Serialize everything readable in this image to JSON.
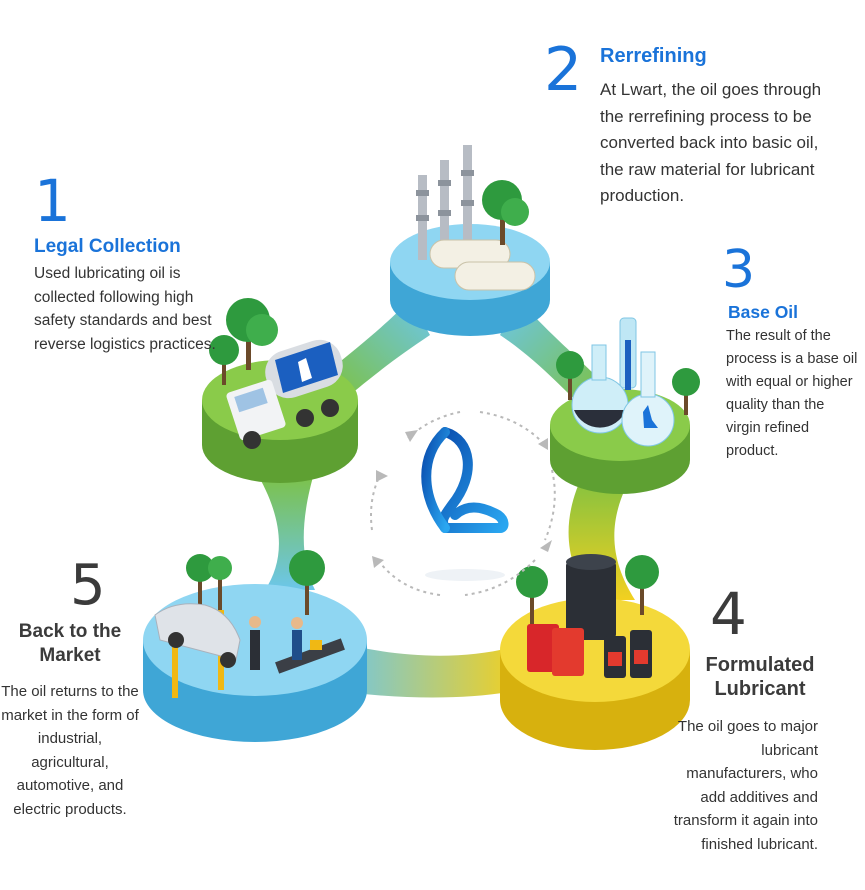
{
  "steps": [
    {
      "number": "1",
      "title": "Legal Collection",
      "description": "Used lubricating oil is collected following high safety standards and best reverse logistics practices."
    },
    {
      "number": "2",
      "title": "Rerrefining",
      "description": "At Lwart, the oil goes through the rerrefining process to be converted back into basic oil, the raw material for lubricant production."
    },
    {
      "number": "3",
      "title": "Base Oil",
      "description": "The result of the process is a base oil with equal or higher quality than the virgin refined product."
    },
    {
      "number": "4",
      "title": "Formulated Lubricant",
      "description": "The oil goes to major lubricant manufacturers, who add additives and transform it again into finished lubricant."
    },
    {
      "number": "5",
      "title": "Back to the Market",
      "description": "The oil returns to the market in the form of industrial, agricultural, automotive, and electric products."
    }
  ],
  "icons": [
    "collection-truck-icon",
    "refinery-icon",
    "base-oil-flasks-icon",
    "lubricant-barrels-icon",
    "market-workshop-icon",
    "lwart-logo-icon",
    "cycle-arrows-icon"
  ],
  "colors": {
    "accent": "#1a73d9",
    "grass": "#7dc142",
    "water": "#6cc6ea",
    "yellow": "#f2d020"
  }
}
